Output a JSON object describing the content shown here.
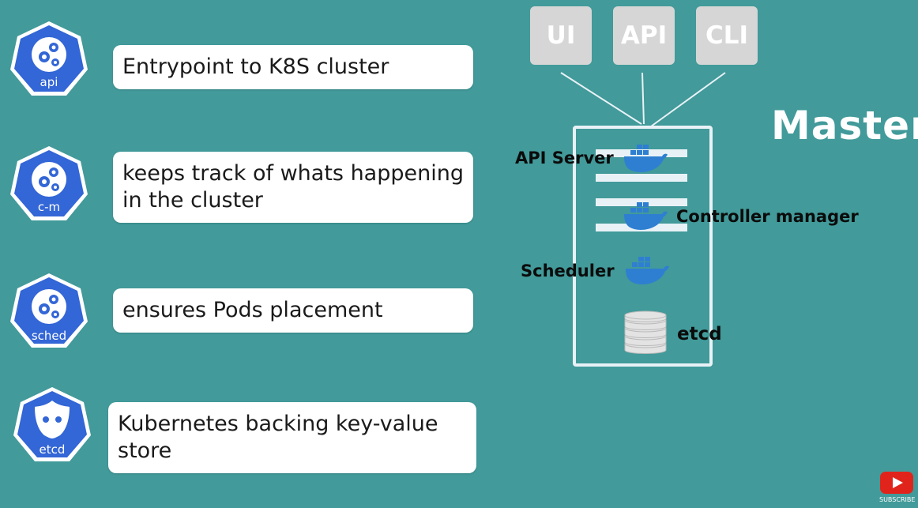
{
  "components": [
    {
      "badge": "api",
      "description": "Entrypoint to K8S cluster"
    },
    {
      "badge": "c-m",
      "description": "keeps track of whats happening\nin the cluster"
    },
    {
      "badge": "sched",
      "description": "ensures Pods placement"
    },
    {
      "badge": "etcd",
      "description": "Kubernetes backing key-value\nstore"
    }
  ],
  "clients": [
    "UI",
    "API",
    "CLI"
  ],
  "master": {
    "title": "Master",
    "labels": {
      "api_server": "API Server",
      "controller_manager": "Controller manager",
      "scheduler": "Scheduler",
      "etcd": "etcd"
    }
  },
  "subscribe": "SUBSCRIBE",
  "colors": {
    "background": "#429a9a",
    "badge": "#3366d6",
    "client_box": "#d6d6d6",
    "docker_blue": "#2e7fd1",
    "youtube_red": "#e1241b"
  },
  "icons": [
    "kubernetes-gear-icon",
    "etcd-icon",
    "docker-whale-icon",
    "database-icon",
    "youtube-icon"
  ]
}
